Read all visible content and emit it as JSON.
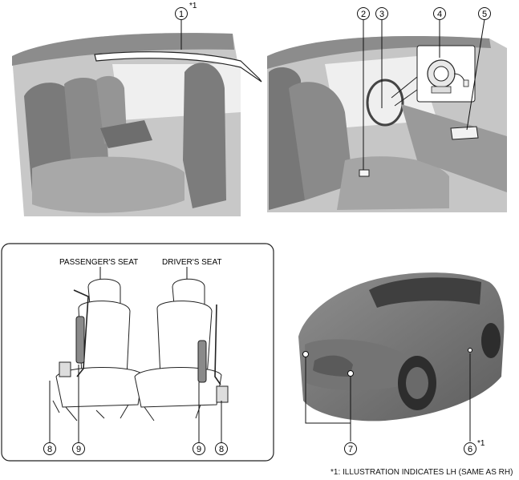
{
  "callouts": {
    "c1": "1",
    "c2": "2",
    "c3": "3",
    "c4": "4",
    "c5": "5",
    "c6": "6",
    "c7": "7",
    "c8a": "8",
    "c8b": "8",
    "c9a": "9",
    "c9b": "9"
  },
  "notes": {
    "n1_top": "*1",
    "n1_car": "*1"
  },
  "seat_labels": {
    "passenger": "PASSENGER'S SEAT",
    "driver": "DRIVER'S SEAT"
  },
  "footnote": "*1: ILLUSTRATION INDICATES LH (SAME AS RH)"
}
